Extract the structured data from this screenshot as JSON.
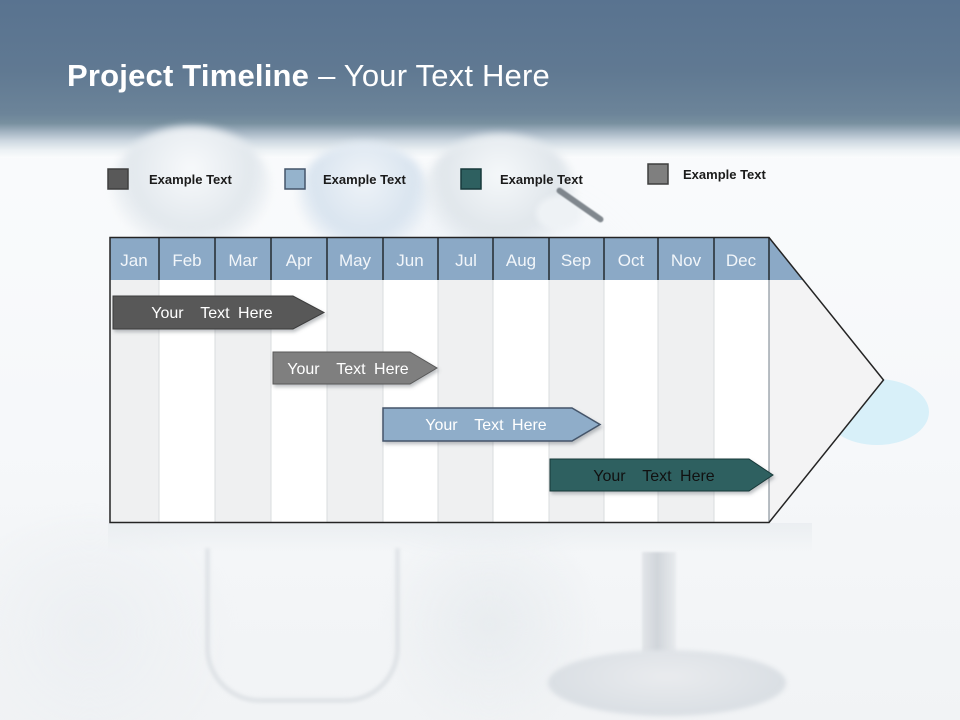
{
  "title": {
    "bold": "Project Timeline",
    "regular": "– Your Text Here"
  },
  "legend": {
    "items": [
      {
        "label": "Example Text",
        "color": "#595959",
        "border": "#3f3f3f"
      },
      {
        "label": "Example Text",
        "color": "#95b3cc",
        "border": "#44546a"
      },
      {
        "label": "Example Text",
        "color": "#2e6060",
        "border": "#16393a"
      },
      {
        "label": "Example Text",
        "color": "#7f7f7f",
        "border": "#3f3f3f"
      }
    ]
  },
  "chart_data": {
    "type": "bar",
    "subtype": "gantt-timeline",
    "title": "Project Timeline – Your Text Here",
    "categories": [
      "Jan",
      "Feb",
      "Mar",
      "Apr",
      "May",
      "Jun",
      "Jul",
      "Aug",
      "Sep",
      "Oct",
      "Nov",
      "Dec"
    ],
    "series": [
      {
        "name": "Your  Text Here",
        "start": "Jan",
        "end": "Apr",
        "row": 1,
        "color": "#595959",
        "border": "#3c3c3c",
        "text_color": "#ffffff"
      },
      {
        "name": "Your  Text Here",
        "start": "Apr",
        "end": "Jun",
        "row": 2,
        "color": "#7f7f7f",
        "border": "#595959",
        "text_color": "#ffffff"
      },
      {
        "name": "Your  Text Here",
        "start": "Jun",
        "end": "Sep",
        "row": 3,
        "color": "#8fadc9",
        "border": "#44546a",
        "text_color": "#ffffff"
      },
      {
        "name": "Your  Text Here",
        "start": "Sep",
        "end": "Dec",
        "row": 4,
        "color": "#2e6060",
        "border": "#153737",
        "text_color": "#111111"
      }
    ],
    "axis": {
      "orientation": "horizontal-months",
      "header_fill": "#8ba9c6",
      "header_text_color": "#ffffff",
      "stripe_fill": "#eff0f1"
    },
    "legend_position": "top",
    "grid": "alternating-month-columns"
  }
}
